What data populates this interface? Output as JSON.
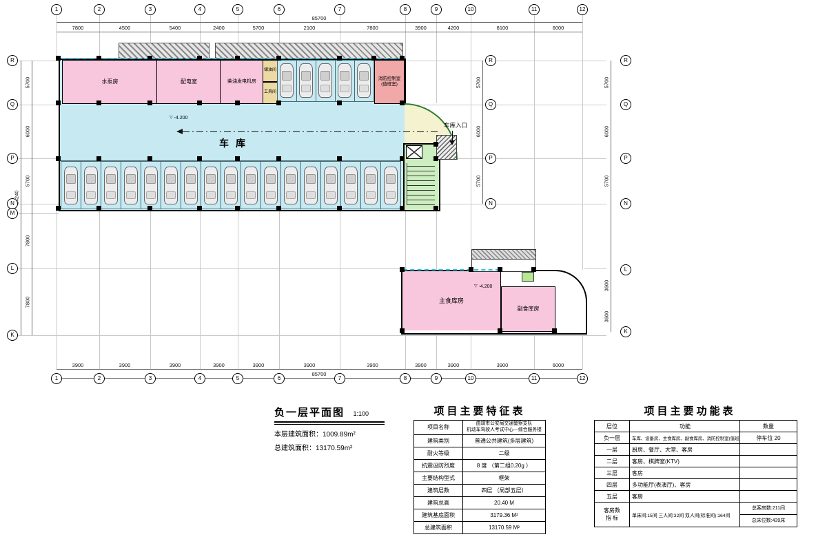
{
  "titleblock": {
    "plan_title": "负一层平面图",
    "scale": "1:100",
    "floor_area": "本层建筑面积：1009.89m²",
    "total_area": "总建筑面积：13170.59m²"
  },
  "plan": {
    "rooms": {
      "garage": "车库",
      "pump": "水泵房",
      "power": "配电室",
      "generator": "柴油发电机房",
      "oil": "储油间",
      "tool": "工具间",
      "fire_control_line1": "消防控制室",
      "fire_control_line2": "(值班室)",
      "entrance": "车库入口",
      "staple": "主食库房",
      "subfood": "副食库房"
    },
    "elevation": "-4.200",
    "grid": {
      "top_labels": [
        "1",
        "2",
        "3",
        "4",
        "5",
        "6",
        "7",
        "8",
        "9",
        "10",
        "11",
        "12"
      ],
      "bottom_labels": [
        "1",
        "2",
        "3",
        "4",
        "5",
        "6",
        "7",
        "8",
        "9",
        "10",
        "11",
        "12"
      ],
      "left_labels": [
        "R",
        "Q",
        "P",
        "N",
        "M",
        "L",
        "K"
      ],
      "right_inner_labels": [
        "R",
        "Q",
        "P",
        "N"
      ],
      "right_outer_labels": [
        "R",
        "Q",
        "P",
        "N",
        "L",
        "K"
      ],
      "top_dims": [
        "7800",
        "4500",
        "5400",
        "2400",
        "5700",
        "2100",
        "7800",
        "3900",
        "4200",
        "8100",
        "6000"
      ],
      "top_total": "85700",
      "bottom_dims": [
        "3900",
        "3900",
        "3900",
        "3900",
        "3900",
        "3900",
        "3900",
        "3900",
        "3900",
        "3900",
        "6000"
      ],
      "bottom_total": "85700",
      "left_dims": [
        "5700",
        "6000",
        "5700",
        "7800",
        "7800"
      ],
      "left_total": "24240",
      "right_inner_dims": [
        "5700",
        "6000",
        "5700"
      ],
      "right_outer_dims": [
        "5700",
        "6000",
        "5700",
        "3600",
        "3600"
      ]
    }
  },
  "feature_table": {
    "title": "项目主要特征表",
    "rows": [
      [
        "项目名称",
        "曲靖市公安局交通警察支队\n机动车驾驶人考试中心—综合服务楼"
      ],
      [
        "建筑类别",
        "普通公共建筑(多层建筑)"
      ],
      [
        "耐火等级",
        "二级"
      ],
      [
        "抗震设防烈度",
        "8 度 （第二组0.20g ）"
      ],
      [
        "主要结构型式",
        "框架"
      ],
      [
        "建筑层数",
        "四层 （局部五层）"
      ],
      [
        "建筑总高",
        "20.40 M"
      ],
      [
        "建筑基底面积",
        "3179.36 M²"
      ],
      [
        "总建筑面积",
        "13170.59 M²"
      ]
    ]
  },
  "function_table": {
    "title": "项目主要功能表",
    "headers": [
      "层位",
      "功能",
      "数量"
    ],
    "rows": [
      [
        "负一层",
        "车库、设备房、主食库房、副食库房、消防控制室(值班室)",
        "停车位 20"
      ],
      [
        "一层",
        "厨房、餐厅、大堂、客房",
        ""
      ],
      [
        "二层",
        "客房、棋牌室(KTV)",
        ""
      ],
      [
        "三层",
        "客房",
        ""
      ],
      [
        "四层",
        "多功能厅(表演厅)、客房",
        ""
      ],
      [
        "五层",
        "客房",
        ""
      ]
    ],
    "footer": {
      "label": "客房数\n指  标",
      "value": "单床间:15间 三人间:32间 双人间(标准间):164间",
      "qty_top": "总客房数:211间",
      "qty_bottom": "总床位数:439床"
    }
  },
  "colors": {
    "garage_floor": "#c6e9f2",
    "equipment_room": "#f9c7dd",
    "oil_tool_room": "#ecd9a4",
    "fire_room": "#f0a8a8",
    "stair": "#cdeec0",
    "ramp": "#f4f2cf",
    "window_dash": "#27c3dc"
  }
}
